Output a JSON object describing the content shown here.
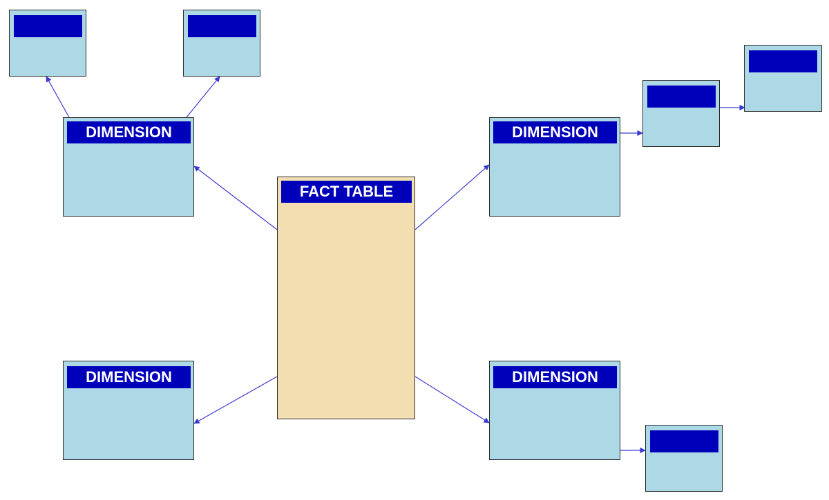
{
  "fact_table": {
    "title": "FACT TABLE",
    "fill": "#f3deb2"
  },
  "dimensions": [
    {
      "id": "top-left",
      "title": "DIMENSION"
    },
    {
      "id": "top-right",
      "title": "DIMENSION"
    },
    {
      "id": "bottom-left",
      "title": "DIMENSION"
    },
    {
      "id": "bottom-right",
      "title": "DIMENSION"
    }
  ],
  "sub_dimensions": [
    {
      "id": "top-left-a",
      "title": ""
    },
    {
      "id": "top-left-b",
      "title": ""
    },
    {
      "id": "top-right-a",
      "title": ""
    },
    {
      "id": "top-right-b",
      "title": ""
    },
    {
      "id": "bottom-right-a",
      "title": ""
    }
  ],
  "colors": {
    "header": "#0000bb",
    "box_fill": "#add8e6",
    "connector": "#3a3ad0"
  }
}
